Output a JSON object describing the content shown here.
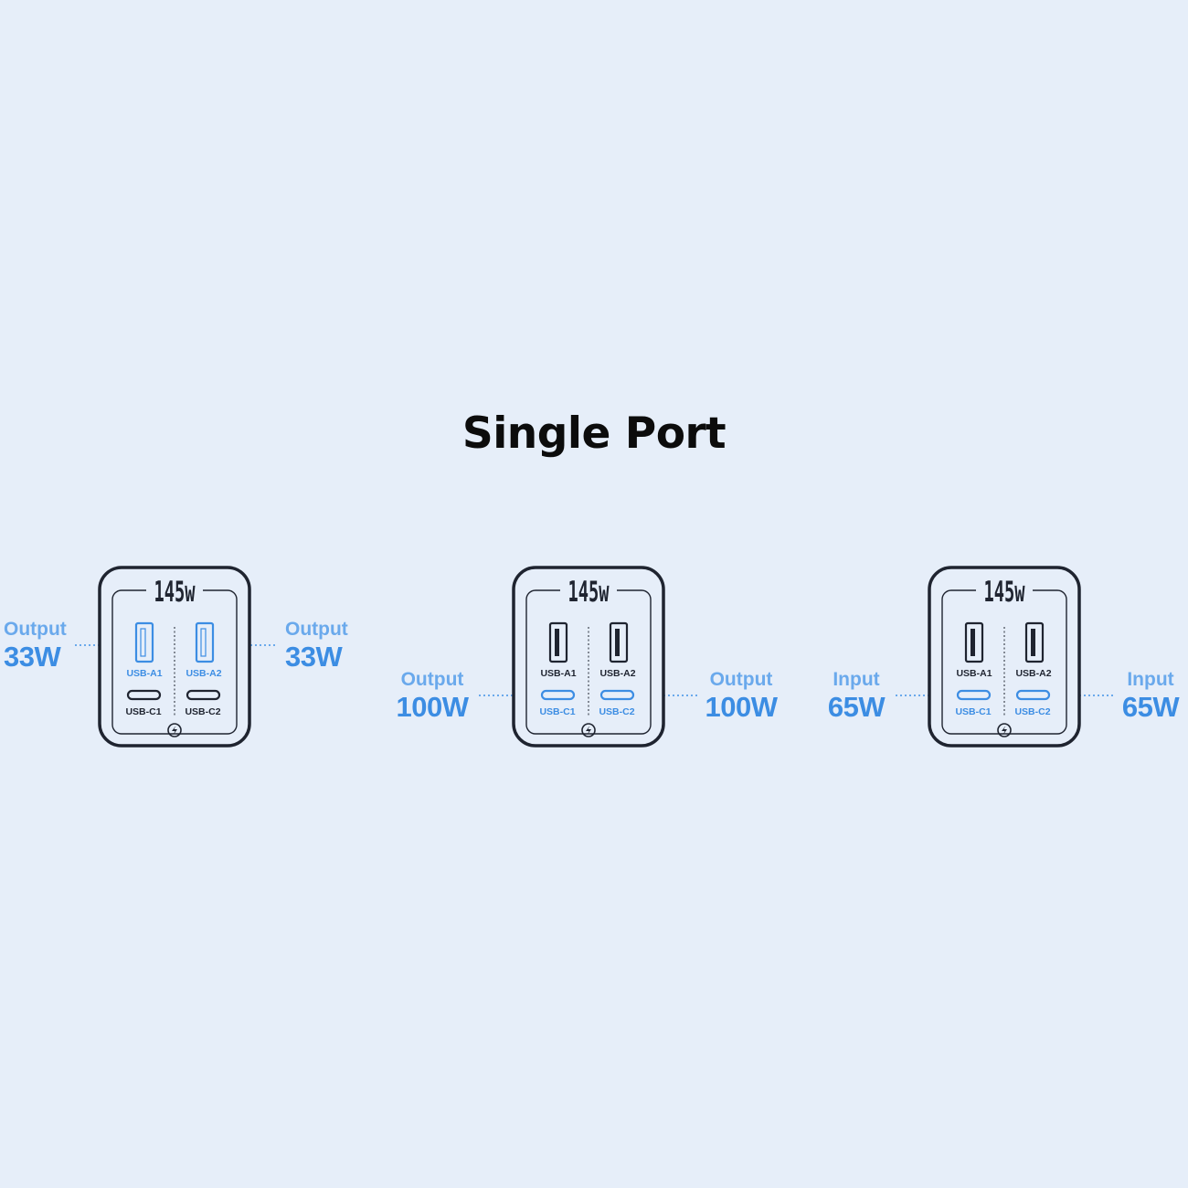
{
  "title": "Single Port",
  "charger_rating": "145w",
  "colors": {
    "background": "#e6eef9",
    "active": "#3c8de3",
    "inactive": "#1f2430"
  },
  "panels": [
    {
      "active_ports": [
        "USB-A1",
        "USB-A2"
      ],
      "left": {
        "kind": "Output",
        "value": "33W"
      },
      "right": {
        "kind": "Output",
        "value": "33W"
      }
    },
    {
      "active_ports": [
        "USB-C1",
        "USB-C2"
      ],
      "left": {
        "kind": "Output",
        "value": "100W"
      },
      "right": {
        "kind": "Output",
        "value": "100W"
      }
    },
    {
      "active_ports": [
        "USB-C1",
        "USB-C2"
      ],
      "left": {
        "kind": "Input",
        "value": "65W"
      },
      "right": {
        "kind": "Input",
        "value": "65W"
      }
    }
  ],
  "ports": {
    "a1": "USB-A1",
    "a2": "USB-A2",
    "c1": "USB-C1",
    "c2": "USB-C2"
  },
  "icons": [
    "charger-icon",
    "usb-a-port-icon",
    "usb-c-port-icon",
    "lightning-badge-icon"
  ]
}
